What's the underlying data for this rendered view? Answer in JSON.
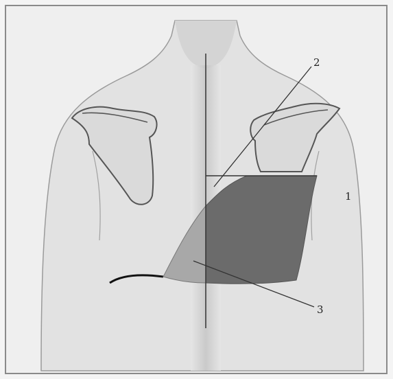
{
  "diagram": {
    "labels": [
      {
        "id": "label-1",
        "text": "1"
      },
      {
        "id": "label-2",
        "text": "2"
      },
      {
        "id": "label-3",
        "text": "3"
      }
    ],
    "colors": {
      "background": "#f2f2f2",
      "frame": "#8a8a8a",
      "body_fill": "#dcdcdc",
      "outline": "#555555",
      "dark_region": "#6b6b6b",
      "light_region": "#a9a9a9",
      "line": "#333333",
      "curve": "#111111"
    }
  }
}
